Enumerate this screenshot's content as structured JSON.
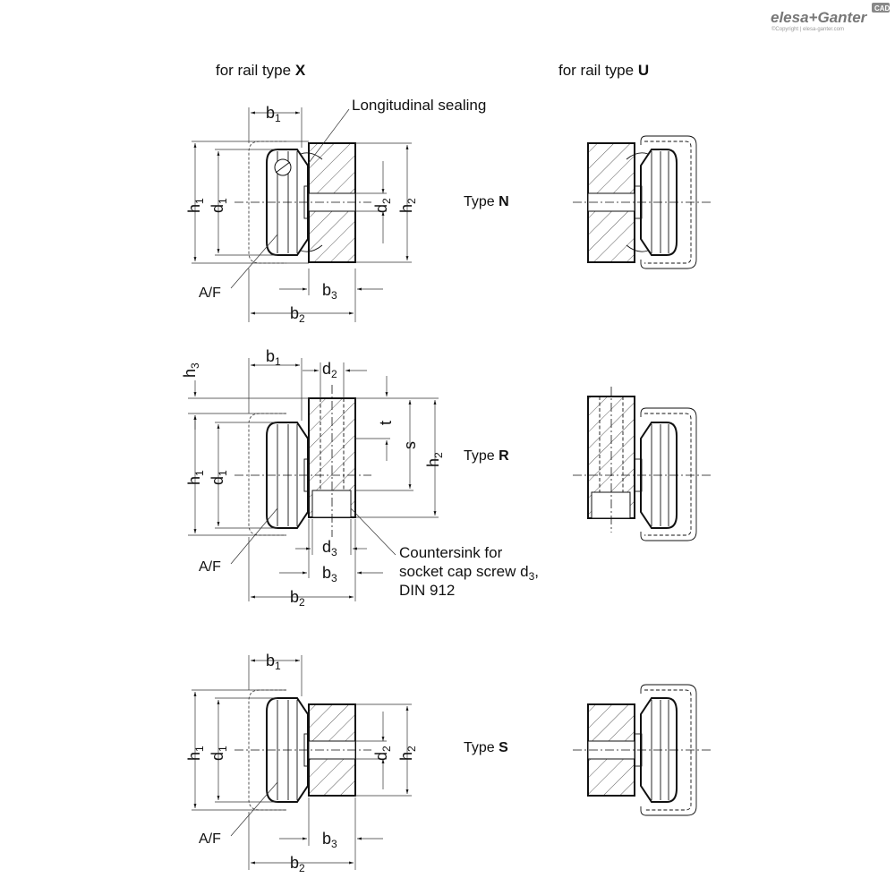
{
  "branding": {
    "logo_text": "elesa+Ganter",
    "copyright": "©Copyright | elesa-ganter.com",
    "badge": "CAD"
  },
  "headers": {
    "rail_x_prefix": "for rail type ",
    "rail_x_letter": "X",
    "rail_u_prefix": "for rail type ",
    "rail_u_letter": "U"
  },
  "types": {
    "n": {
      "prefix": "Type ",
      "letter": "N"
    },
    "r": {
      "prefix": "Type ",
      "letter": "R"
    },
    "s": {
      "prefix": "Type ",
      "letter": "S"
    }
  },
  "annotations": {
    "longitudinal_sealing": "Longitudinal sealing",
    "countersink_line1": "Countersink for",
    "countersink_line2_prefix": "socket cap screw d",
    "countersink_line2_sub": "3",
    "countersink_line2_suffix": ",",
    "countersink_line3": "DIN 912",
    "af": "A/F"
  },
  "dims": {
    "b1": {
      "base": "b",
      "sub": "1"
    },
    "b2": {
      "base": "b",
      "sub": "2"
    },
    "b3": {
      "base": "b",
      "sub": "3"
    },
    "h1": {
      "base": "h",
      "sub": "1"
    },
    "h2": {
      "base": "h",
      "sub": "2"
    },
    "h3": {
      "base": "h",
      "sub": "3"
    },
    "d1": {
      "base": "d",
      "sub": "1"
    },
    "d2": {
      "base": "d",
      "sub": "2"
    },
    "d3": {
      "base": "d",
      "sub": "3"
    },
    "t": "t",
    "s": "s"
  }
}
